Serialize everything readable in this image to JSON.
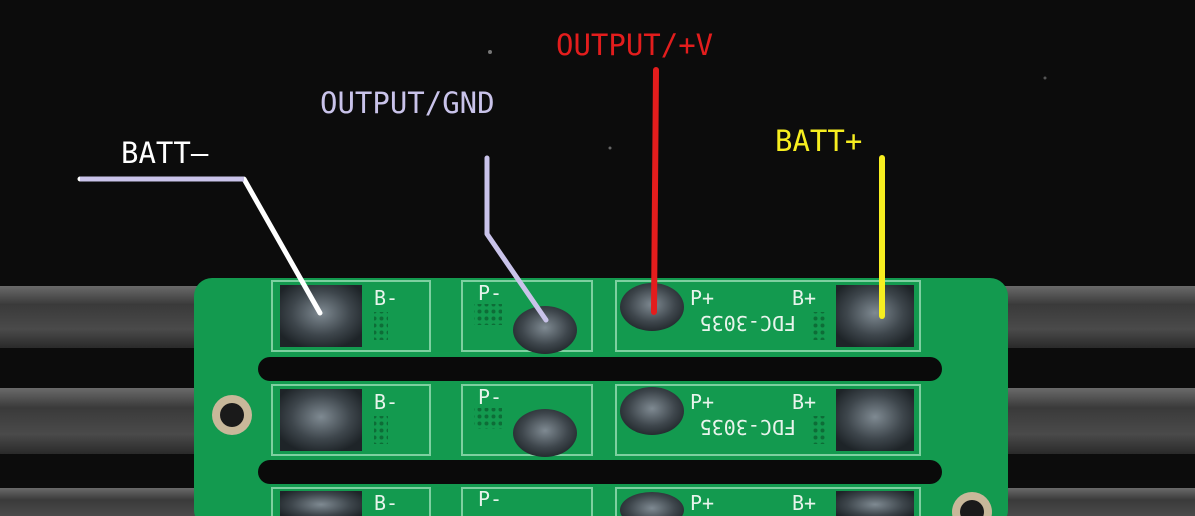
{
  "labels": {
    "batt_neg": "BATT–",
    "output_gnd": "OUTPUT/GND",
    "output_pos": "OUTPUT/+V",
    "batt_pos": "BATT+"
  },
  "silkscreen": {
    "b_neg": "B-",
    "p_neg": "P-",
    "p_pos": "P+",
    "b_pos": "B+",
    "model": "FDC-3035"
  },
  "colors": {
    "batt_neg_line": "#ffffff",
    "output_gnd_line": "#c9c3ea",
    "output_pos_line": "#e31d1d",
    "batt_pos_line": "#f7ee20",
    "pcb_green": "#139a4f",
    "background": "#0c0c0c"
  }
}
